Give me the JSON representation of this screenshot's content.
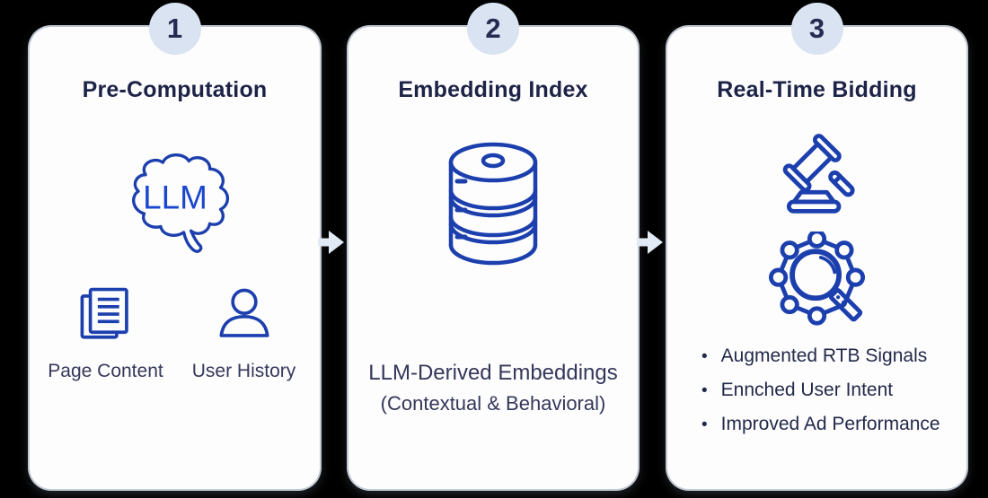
{
  "diagram_title": "LLM RTB pipeline diagram",
  "colors": {
    "background": "#000000",
    "card_bg": "#fdfdfe",
    "badge_bg": "#d9e3f1",
    "badge_text": "#262b52",
    "title_text": "#1d2347",
    "body_text": "#35385a",
    "bullet_text": "#232949",
    "icon_blue": "#1c3fae",
    "llm_text_blue": "#1a46cf",
    "arrow_fill": "#e2eaf5"
  },
  "icons": {
    "step1_main": "brain-llm-icon",
    "step1_items": [
      "documents-icon",
      "person-icon"
    ],
    "step2_main": "database-icon",
    "step3_main": [
      "gavel-icon",
      "gear-magnifier-icon"
    ],
    "connector": "arrow-right-icon"
  },
  "cards": [
    {
      "step": "1",
      "title": "Pre-Computation",
      "brain_text": "LLM",
      "items": [
        {
          "icon": "documents-icon",
          "label": "Page Content"
        },
        {
          "icon": "person-icon",
          "label": "User History"
        }
      ]
    },
    {
      "step": "2",
      "title": "Embedding Index",
      "caption_line1": "LLM-Derived Embeddings",
      "caption_line2": "(Contextual & Behavioral)"
    },
    {
      "step": "3",
      "title": "Real-Time Bidding",
      "bullets": [
        "Augmented RTB Signals",
        "Ennched User Intent",
        "Improved Ad Performance"
      ]
    }
  ]
}
